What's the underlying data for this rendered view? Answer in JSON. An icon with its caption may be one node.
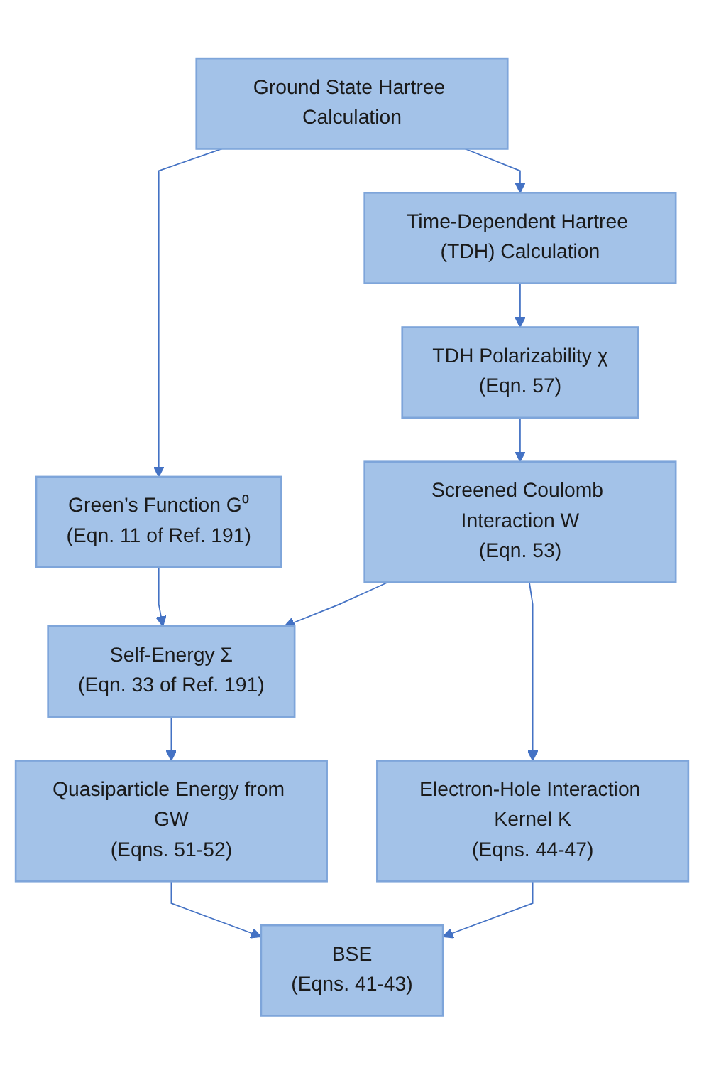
{
  "diagram": {
    "nodes": [
      {
        "text": [
          "Ground State Hartree Calculation"
        ]
      },
      {
        "text": [
          "Green’s Function G⁰",
          "(Eqn. 11 of Ref. 191)"
        ]
      },
      {
        "text": [
          "Time-Dependent Hartree (TDH) Calculation"
        ]
      },
      {
        "text": [
          "TDH Polarizability χ",
          "(Eqn. 57)"
        ]
      },
      {
        "text": [
          "Self-Energy Σ",
          "(Eqn. 33 of Ref. 191)"
        ]
      },
      {
        "text": [
          "Screened Coulomb Interaction W",
          "(Eqn. 53)"
        ]
      },
      {
        "text": [
          "Quasiparticle Energy from GW",
          "(Eqns. 51-52)"
        ]
      },
      {
        "text": [
          "Electron-Hole Interaction Kernel K",
          "(Eqns. 44-47)"
        ]
      },
      {
        "text": [
          "BSE",
          "(Eqns. 41-43)"
        ]
      }
    ],
    "edges": [
      {
        "from": 0,
        "to": 1,
        "arrow": "to"
      },
      {
        "from": 0,
        "to": 2,
        "arrow": "to"
      },
      {
        "from": 1,
        "to": 4,
        "arrow": "to"
      },
      {
        "from": 2,
        "to": 3,
        "arrow": "to"
      },
      {
        "from": 3,
        "to": 5,
        "arrow": "to"
      },
      {
        "from": 5,
        "to": 4,
        "arrow": "to"
      },
      {
        "from": 4,
        "to": 6,
        "arrow": "to"
      },
      {
        "from": 5,
        "to": 7,
        "arrow": "to"
      },
      {
        "from": 6,
        "to": 8,
        "arrow": "to"
      },
      {
        "from": 7,
        "to": 8,
        "arrow": "to"
      }
    ]
  }
}
